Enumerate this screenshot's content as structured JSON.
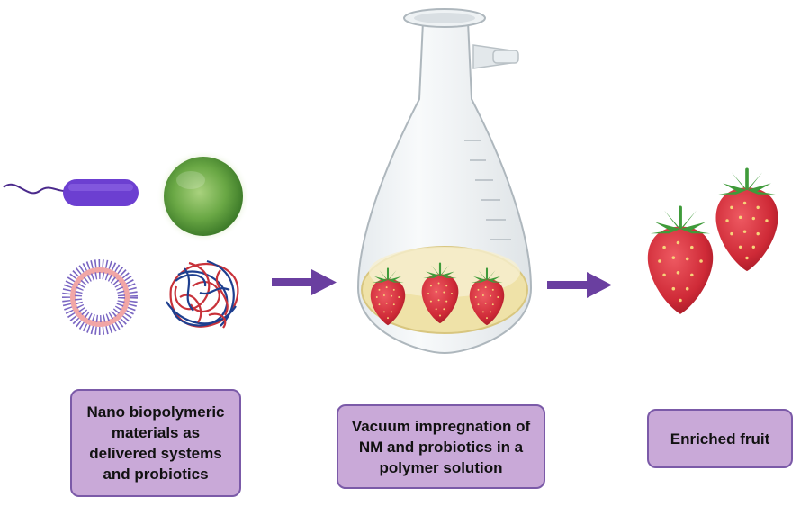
{
  "labels": {
    "step1": "Nano biopolymeric materials as delivered systems and probiotics",
    "step2": "Vacuum impregnation of NM and probiotics in a polymer solution",
    "step3": "Enriched fruit"
  },
  "colors": {
    "label_fill": "#c9a9d8",
    "label_border": "#7b5aa8",
    "arrow": "#6a3fa0",
    "bacterium": "#6c3fd1",
    "sphere": "#5f9e3a",
    "strawberry": "#d2323f",
    "leaves": "#3f9b3a",
    "solution": "#efe2a8"
  },
  "icons": [
    "bacterium-icon",
    "green-sphere-icon",
    "liposome-icon",
    "polymer-nanoparticle-icon",
    "vacuum-flask-icon",
    "strawberry-icon"
  ]
}
